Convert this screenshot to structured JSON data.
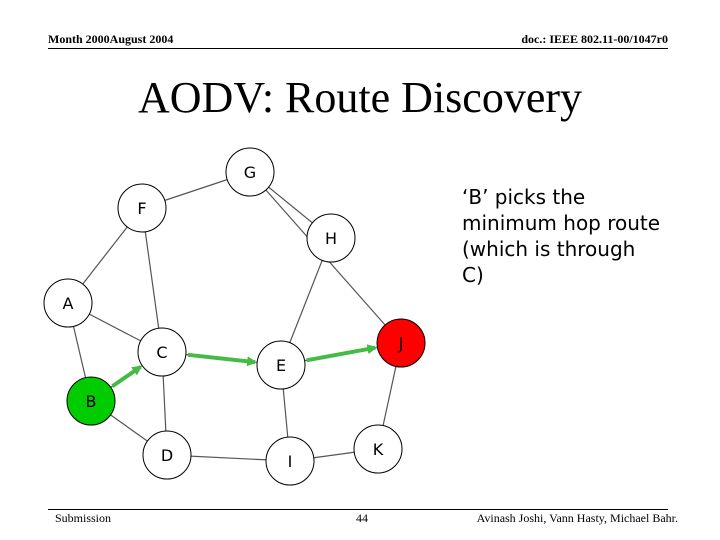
{
  "header": {
    "left": "Month 2000August 2004",
    "right": "doc.: IEEE 802.11-00/1047r0"
  },
  "title": "AODV: Route Discovery",
  "note": "‘B’ picks the minimum hop route (which is through C)",
  "footer": {
    "left": "Submission",
    "center": "44",
    "right": "Avinash Joshi, Vann Hasty, Michael Bahr."
  },
  "graph": {
    "nodes": [
      {
        "id": "G",
        "label": "G",
        "fill": "#ffffff"
      },
      {
        "id": "F",
        "label": "F",
        "fill": "#ffffff"
      },
      {
        "id": "H",
        "label": "H",
        "fill": "#ffffff"
      },
      {
        "id": "A",
        "label": "A",
        "fill": "#ffffff"
      },
      {
        "id": "C",
        "label": "C",
        "fill": "#ffffff"
      },
      {
        "id": "E",
        "label": "E",
        "fill": "#ffffff"
      },
      {
        "id": "J",
        "label": "J",
        "fill": "#ff0000"
      },
      {
        "id": "B",
        "label": "B",
        "fill": "#00cc00"
      },
      {
        "id": "D",
        "label": "D",
        "fill": "#ffffff"
      },
      {
        "id": "I",
        "label": "I",
        "fill": "#ffffff"
      },
      {
        "id": "K",
        "label": "K",
        "fill": "#ffffff"
      }
    ],
    "edges": [
      [
        "F",
        "G"
      ],
      [
        "G",
        "H"
      ],
      [
        "G",
        "J"
      ],
      [
        "F",
        "A"
      ],
      [
        "F",
        "C"
      ],
      [
        "H",
        "E"
      ],
      [
        "A",
        "C"
      ],
      [
        "A",
        "B"
      ],
      [
        "C",
        "B"
      ],
      [
        "C",
        "D"
      ],
      [
        "E",
        "I"
      ],
      [
        "J",
        "K"
      ],
      [
        "B",
        "D"
      ],
      [
        "D",
        "I"
      ],
      [
        "I",
        "K"
      ],
      [
        "C",
        "E"
      ],
      [
        "E",
        "J"
      ]
    ],
    "arrows": [
      [
        "B",
        "C"
      ],
      [
        "C",
        "E"
      ],
      [
        "E",
        "J"
      ]
    ],
    "colors": {
      "edge": "#555555",
      "arrow": "#44bb44",
      "stroke": "#000000"
    }
  }
}
